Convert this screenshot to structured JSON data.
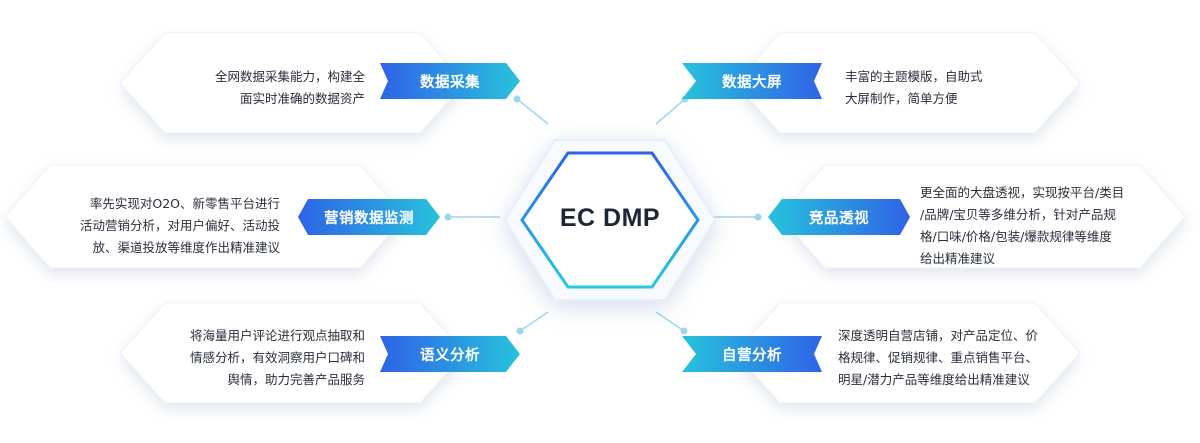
{
  "center": {
    "label": "EC DMP"
  },
  "colors": {
    "tag_left_start": "#2f63e6",
    "tag_left_end": "#27c2dc",
    "tag_right_start": "#27c2dc",
    "tag_right_end": "#2f63e6",
    "hex_blue": "#2f63e6",
    "hex_cyan": "#27c8e0",
    "connector": "#9fd6ef",
    "card_bg": "#ffffff"
  },
  "features": [
    {
      "id": "data-collection",
      "title": "数据采集",
      "description": "全网数据采集能力，构建全\n面实时准确的数据资产"
    },
    {
      "id": "big-screen",
      "title": "数据大屏",
      "description": "丰富的主题模版，自助式\n大屏制作，简单方便"
    },
    {
      "id": "marketing-monitor",
      "title": "营销数据监测",
      "description": "率先实现对O2O、新零售平台进行\n活动营销分析，对用户偏好、活动投\n放、渠道投放等维度作出精准建议"
    },
    {
      "id": "competitor-insight",
      "title": "竞品透视",
      "description": "更全面的大盘透视，实现按平台/类目\n/品牌/宝贝等多维分析，针对产品规\n格/口味/价格/包装/爆款规律等维度\n给出精准建议"
    },
    {
      "id": "semantic-analysis",
      "title": "语义分析",
      "description": "将海量用户评论进行观点抽取和\n情感分析，有效洞察用户口碑和\n舆情，助力完善产品服务"
    },
    {
      "id": "self-operated-analysis",
      "title": "自营分析",
      "description": "深度透明自营店铺，对产品定位、价\n格规律、促销规律、重点销售平台、\n明星/潜力产品等维度给出精准建议"
    }
  ]
}
